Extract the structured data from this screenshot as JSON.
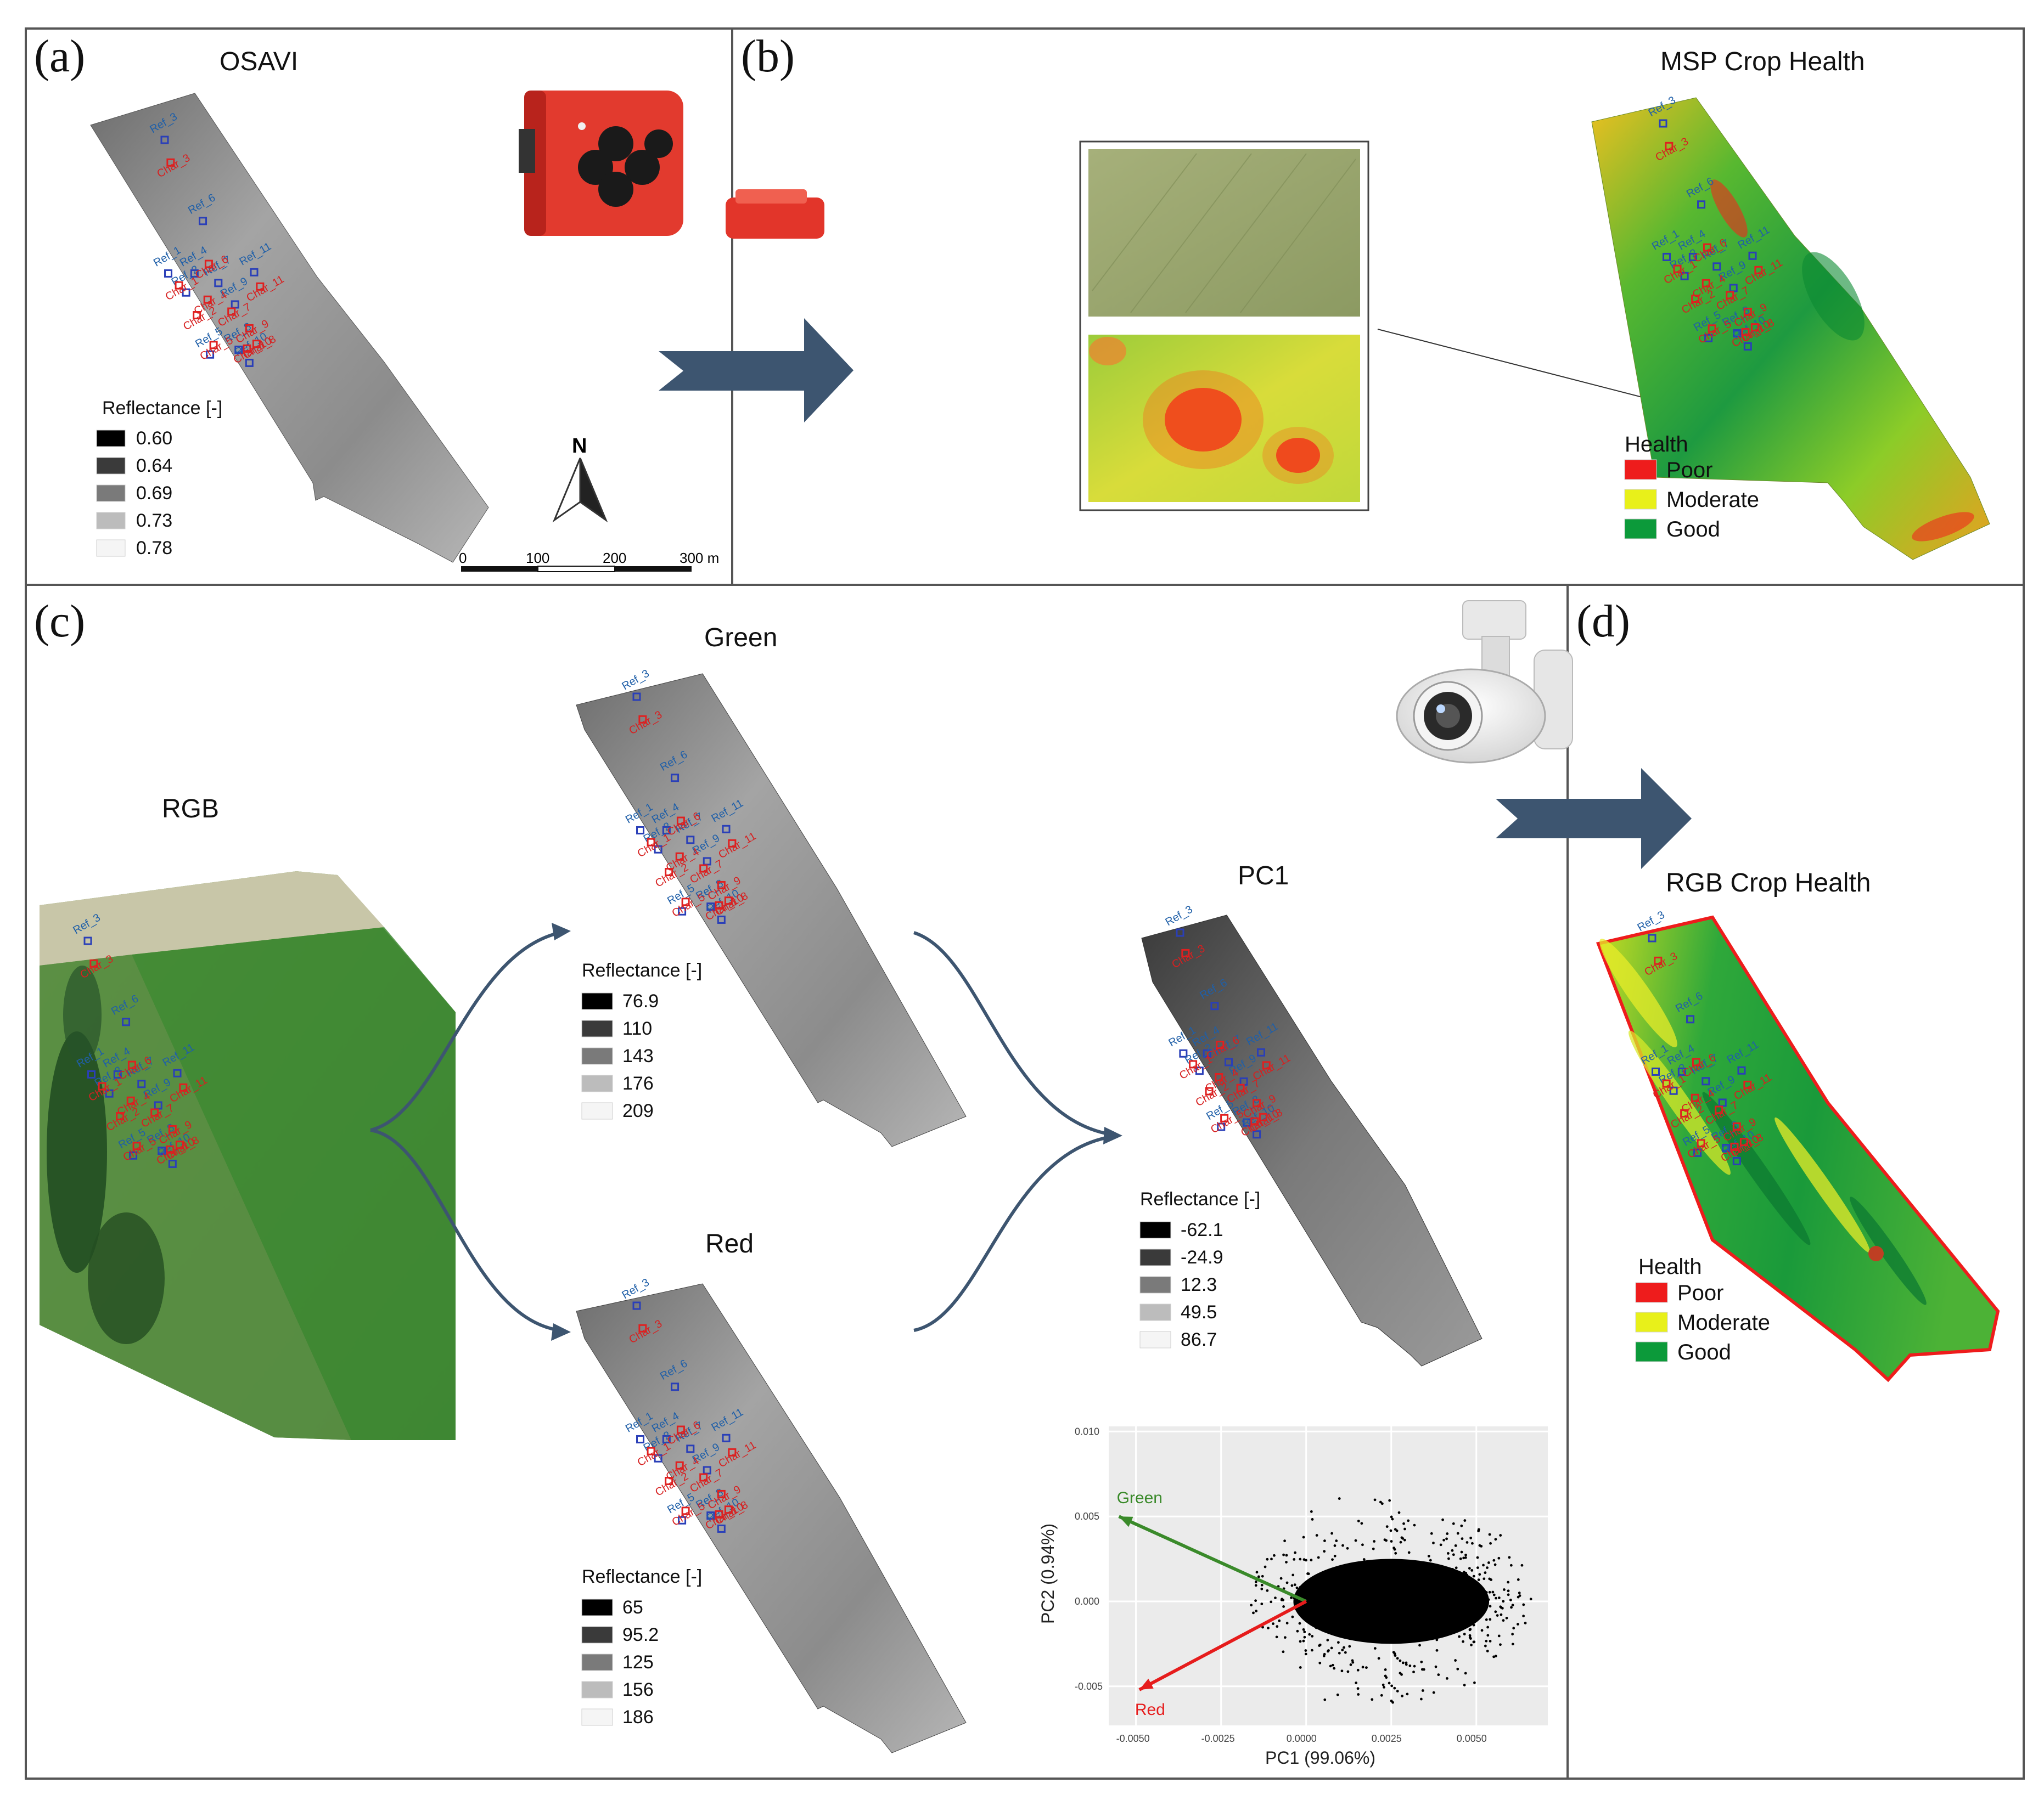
{
  "colors": {
    "border": "#555555",
    "arrow": "#3d5570",
    "health_poor": "#ee1c1c",
    "health_moderate": "#e8f01a",
    "health_good": "#0c9a3a",
    "ref_marker": "#2a3fb8",
    "char_marker": "#e02020",
    "pca_green": "#3a8a2a",
    "pca_red": "#e61c1c"
  },
  "panel_a": {
    "letter": "(a)",
    "title": "OSAVI",
    "legend_title": "Reflectance [-]",
    "legend": [
      {
        "label": "0.60",
        "color": "#000000"
      },
      {
        "label": "0.64",
        "color": "#3a3a3a"
      },
      {
        "label": "0.69",
        "color": "#7a7a7a"
      },
      {
        "label": "0.73",
        "color": "#bcbcbc"
      },
      {
        "label": "0.78",
        "color": "#f5f5f5"
      }
    ],
    "north": "N",
    "scale_ticks": [
      "0",
      "100",
      "200",
      "300 m"
    ]
  },
  "panel_b": {
    "letter": "(b)",
    "title": "MSP Crop Health",
    "legend_title": "Health",
    "legend": [
      {
        "label": "Poor",
        "color": "#ee1c1c"
      },
      {
        "label": "Moderate",
        "color": "#e8f01a"
      },
      {
        "label": "Good",
        "color": "#0c9a3a"
      }
    ]
  },
  "panel_c": {
    "letter": "(c)",
    "rgb_title": "RGB",
    "green_title": "Green",
    "red_title": "Red",
    "pc1_title": "PC1",
    "green_legend_title": "Reflectance [-]",
    "green_legend": [
      {
        "label": "76.9",
        "color": "#000000"
      },
      {
        "label": "110",
        "color": "#3a3a3a"
      },
      {
        "label": "143",
        "color": "#7a7a7a"
      },
      {
        "label": "176",
        "color": "#bcbcbc"
      },
      {
        "label": "209",
        "color": "#f5f5f5"
      }
    ],
    "red_legend_title": "Reflectance [-]",
    "red_legend": [
      {
        "label": "65",
        "color": "#000000"
      },
      {
        "label": "95.2",
        "color": "#3a3a3a"
      },
      {
        "label": "125",
        "color": "#7a7a7a"
      },
      {
        "label": "156",
        "color": "#bcbcbc"
      },
      {
        "label": "186",
        "color": "#f5f5f5"
      }
    ],
    "pc1_legend_title": "Reflectance [-]",
    "pc1_legend": [
      {
        "label": "-62.1",
        "color": "#000000"
      },
      {
        "label": "-24.9",
        "color": "#3a3a3a"
      },
      {
        "label": "12.3",
        "color": "#7a7a7a"
      },
      {
        "label": "49.5",
        "color": "#bcbcbc"
      },
      {
        "label": "86.7",
        "color": "#f5f5f5"
      }
    ]
  },
  "panel_d": {
    "letter": "(d)",
    "title": "RGB Crop Health",
    "legend_title": "Health",
    "legend": [
      {
        "label": "Poor",
        "color": "#ee1c1c"
      },
      {
        "label": "Moderate",
        "color": "#e8f01a"
      },
      {
        "label": "Good",
        "color": "#0c9a3a"
      }
    ]
  },
  "plot_labels": {
    "ref": [
      "Ref_3",
      "Ref_1",
      "Ref_6",
      "Ref_4",
      "Ref_2",
      "Ref_11",
      "Ref_7",
      "Ref_9",
      "Ref_8",
      "Ref_5",
      "Ref_10"
    ],
    "char": [
      "Char_3",
      "Char_1",
      "Char_6",
      "Char_4",
      "Char_2",
      "Char_11",
      "Char_7",
      "Char_9",
      "Char_8",
      "Char_5",
      "Char_10"
    ]
  },
  "chart_data": {
    "type": "scatter",
    "xlabel": "PC1 (99.06%)",
    "ylabel": "PC2 (0.94%)",
    "xlim": [
      -0.0058,
      0.0071
    ],
    "ylim": [
      -0.0073,
      0.0103
    ],
    "xticks": [
      "-0.0050",
      "-0.0025",
      "0.0000",
      "0.0025",
      "0.0050"
    ],
    "yticks": [
      "0.010",
      "0.005",
      "0.000",
      "-0.005"
    ],
    "xtick_values": [
      -0.005,
      -0.0025,
      0,
      0.0025,
      0.005
    ],
    "ytick_values": [
      0.01,
      0.005,
      0.0,
      -0.005
    ],
    "grid": true,
    "cloud": {
      "center": [
        0.0025,
        0.0
      ],
      "spread": [
        0.0023,
        0.0025
      ]
    },
    "loadings": [
      {
        "name": "Green",
        "x": -0.0055,
        "y": 0.005,
        "color": "#3a8a2a"
      },
      {
        "name": "Red",
        "x": -0.0049,
        "y": -0.0052,
        "color": "#e61c1c"
      }
    ]
  }
}
